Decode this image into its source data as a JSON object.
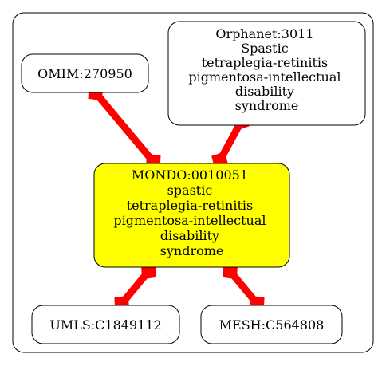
{
  "colors": {
    "edge": "#ff0000",
    "center_fill": "#ffff00",
    "node_fill": "#ffffff",
    "stroke": "#000000"
  },
  "nodes": {
    "omim": {
      "lines": [
        "OMIM:270950"
      ]
    },
    "orphanet": {
      "lines": [
        "Orphanet:3011",
        "Spastic",
        "tetraplegia-retinitis",
        "pigmentosa-intellectual",
        "disability",
        "syndrome"
      ]
    },
    "mondo": {
      "lines": [
        "MONDO:0010051",
        "spastic",
        "tetraplegia-retinitis",
        "pigmentosa-intellectual",
        "disability",
        "syndrome"
      ]
    },
    "umls": {
      "lines": [
        "UMLS:C1849112"
      ]
    },
    "mesh": {
      "lines": [
        "MESH:C564808"
      ]
    }
  }
}
